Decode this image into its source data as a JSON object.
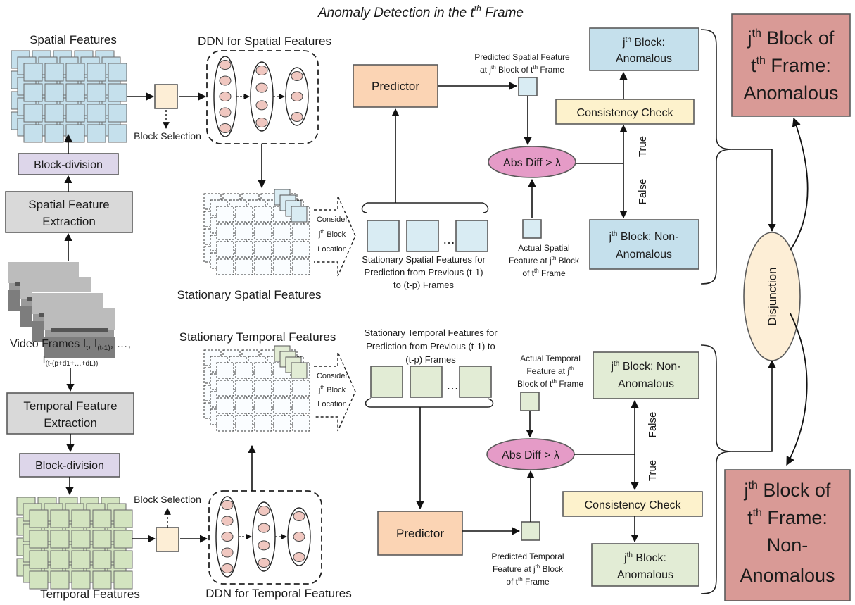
{
  "title": {
    "prefix": "Anomaly Detection in the t",
    "sup": "th",
    "suffix": " Frame"
  },
  "colors": {
    "blue": "#c5e0ec",
    "blue_box": "#d9ecf3",
    "green": "#e2ecd5",
    "green_dark": "#d3e4c0",
    "peach": "#fbd4b4",
    "yellow": "#fdf2cc",
    "pink": "#e59bc7",
    "rose": "#d99a96",
    "lavender": "#ddd6ea",
    "grey": "#d9d9d9",
    "cream": "#fdeed6",
    "oval": "#f0c7c0"
  },
  "spatial": {
    "features_label": "Spatial Features",
    "block_division": "Block-division",
    "extraction_line1": "Spatial Feature",
    "extraction_line2": "Extraction",
    "block_selection": "Block Selection",
    "ddn_label": "DDN for Spatial Features",
    "stationary_label": "Stationary Spatial Features",
    "consider_line1": "Consider",
    "consider_line2_pre": "j",
    "consider_line2_sup": "th",
    "consider_line2_post": " Block",
    "consider_line3": "Location",
    "pred_set_line1": "Stationary Spatial Features for",
    "pred_set_line2": "Prediction from Previous (t-1)",
    "pred_set_line3": "to (t-p) Frames",
    "predictor": "Predictor",
    "predicted_line1": "Predicted Spatial Feature",
    "predicted_line2_pre": "at j",
    "predicted_line2_sup": "th",
    "predicted_line2_mid": " Block of t",
    "predicted_line2_sup2": "th",
    "predicted_line2_post": " Frame",
    "absdiff": "Abs Diff > λ",
    "actual_line1": "Actual Spatial",
    "actual_line2_pre": "Feature at j",
    "actual_line2_sup": "th",
    "actual_line2_post": " Block",
    "actual_line3_pre": "of t",
    "actual_line3_sup": "th",
    "actual_line3_post": " Frame",
    "consistency": "Consistency Check",
    "true_label": "True",
    "false_label": "False",
    "block_anom_pre": "j",
    "block_anom_sup": "th",
    "block_anom_post": " Block:",
    "block_anom_line2": "Anomalous",
    "block_non_pre": "j",
    "block_non_sup": "th",
    "block_non_post": " Block: Non-",
    "block_non_line2": "Anomalous"
  },
  "video": {
    "line1_pre": "Video Frames I",
    "line1_sub1": "t",
    "line1_mid": ", I",
    "line1_sub2": "(t-1)",
    "line1_post": ", …,",
    "line2_pre": "I",
    "line2_sub": "(t-(p+d1+…+dL))"
  },
  "temporal": {
    "extraction_line1": "Temporal Feature",
    "extraction_line2": "Extraction",
    "block_division": "Block-division",
    "features_label": "Temporal Features",
    "block_selection": "Block Selection",
    "ddn_label": "DDN for Temporal Features",
    "stationary_label": "Stationary Temporal Features",
    "consider_line1": "Consider",
    "consider_line2_pre": "j",
    "consider_line2_sup": "th",
    "consider_line2_post": " Block",
    "consider_line3": "Location",
    "pred_set_line1": "Stationary Temporal Features for",
    "pred_set_line2": "Prediction from Previous (t-1) to",
    "pred_set_line3": "(t-p) Frames",
    "predictor": "Predictor",
    "predicted_line1": "Predicted Temporal",
    "predicted_line2_pre": "Feature at j",
    "predicted_line2_sup": "th",
    "predicted_line2_post": " Block",
    "predicted_line3_pre": "of t",
    "predicted_line3_sup": "th",
    "predicted_line3_post": " Frame",
    "absdiff": "Abs Diff > λ",
    "actual_line1": "Actual Temporal",
    "actual_line2_pre": "Feature at j",
    "actual_line2_sup": "th",
    "actual_line3_pre": "Block of t",
    "actual_line3_sup": "th",
    "actual_line3_post": " Frame",
    "consistency": "Consistency Check",
    "true_label": "True",
    "false_label": "False",
    "block_non_pre": "j",
    "block_non_sup": "th",
    "block_non_post": " Block: Non-",
    "block_non_line2": "Anomalous",
    "block_anom_pre": "j",
    "block_anom_sup": "th",
    "block_anom_post": " Block:",
    "block_anom_line2": "Anomalous"
  },
  "disjunction": "Disjunction",
  "final_anomalous": {
    "line1_pre": "j",
    "line1_sup": "th",
    "line1_post": " Block of",
    "line2_pre": "t",
    "line2_sup": "th",
    "line2_post": " Frame:",
    "line3": "Anomalous"
  },
  "final_non": {
    "line1_pre": "j",
    "line1_sup": "th",
    "line1_post": " Block of",
    "line2_pre": "t",
    "line2_sup": "th",
    "line2_post": " Frame:",
    "line3": "Non-",
    "line4": "Anomalous"
  }
}
